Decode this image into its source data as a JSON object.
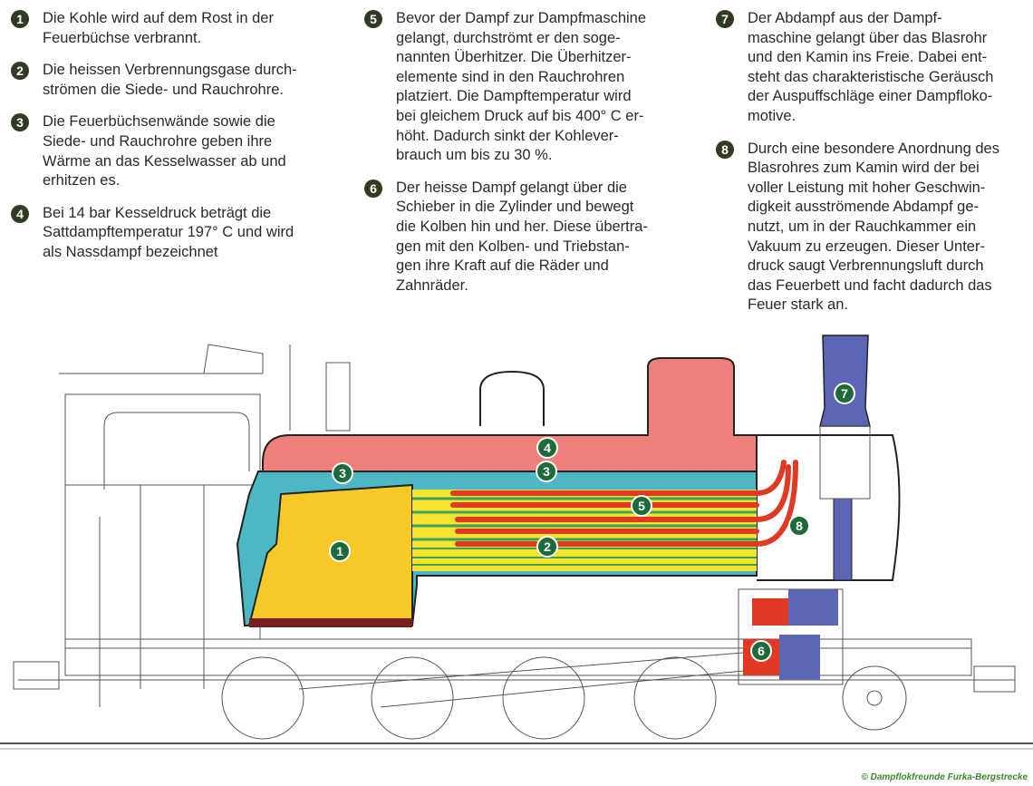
{
  "items": [
    {
      "num": "1",
      "text": "Die Kohle wird auf dem Rost in der\nFeuerbüchse verbrannt."
    },
    {
      "num": "2",
      "text": "Die heissen Verbrennungsgase durch-\nströmen die Siede- und Rauchrohre."
    },
    {
      "num": "3",
      "text": "Die Feuerbüchsenwände sowie die\nSiede- und Rauchrohre geben ihre\nWärme an das Kesselwasser ab und\nerhitzen es."
    },
    {
      "num": "4",
      "text": "Bei 14 bar Kesseldruck beträgt die\nSattdampftemperatur 197° C und wird\nals Nassdampf bezeichnet"
    },
    {
      "num": "5",
      "text": "Bevor der Dampf zur Dampfmaschine\ngelangt, durchströmt er den soge-\nnannten Überhitzer. Die Überhitzer-\nelemente sind in den Rauchrohren\nplatziert. Die Dampftemperatur wird\nbei gleichem Druck auf bis 400° C er-\nhöht. Dadurch sinkt der Kohlever-\nbrauch um bis zu 30 %."
    },
    {
      "num": "6",
      "text": "Der heisse Dampf gelangt über die\nSchieber in die Zylinder und bewegt\ndie Kolben hin und her. Diese übertra-\ngen mit den Kolben- und Triebstan-\ngen ihre Kraft auf die Räder und\nZahnräder."
    },
    {
      "num": "7",
      "text": "Der Abdampf aus der Dampf-\nmaschine gelangt über das Blasrohr\nund den Kamin ins Freie. Dabei ent-\nsteht das charakteristische Geräusch\nder Auspuffschläge einer Dampfloko-\nmotive."
    },
    {
      "num": "8",
      "text": "Durch eine besondere Anordnung des\nBlasrohres zum Kamin wird der bei\nvoller Leistung mit hoher Geschwin-\ndigkeit ausströmende Abdampf ge-\nnutzt, um in der Rauchkammer ein\nVakuum zu erzeugen. Dieser Unter-\ndruck saugt Verbrennungsluft durch\ndas Feuerbett und facht dadurch das\nFeuer stark an."
    }
  ],
  "diagram": {
    "labels": [
      "1",
      "2",
      "3",
      "3",
      "4",
      "5",
      "6",
      "7",
      "8"
    ],
    "colors": {
      "firebox": "#f7c928",
      "water": "#4bb8c4",
      "steam": "#ef7f7a",
      "superheater": "#e03a25",
      "exhaust": "#5b67b5",
      "label": "#1d6b3a"
    }
  },
  "credit": "© Dampflokfreunde Furka-Bergstrecke"
}
